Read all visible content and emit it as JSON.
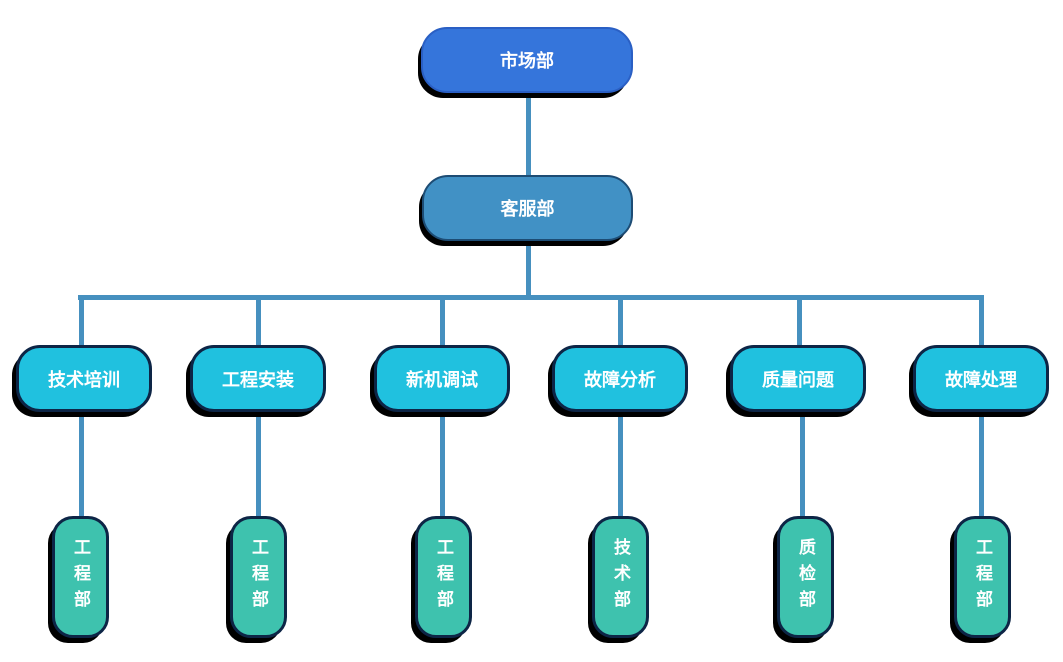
{
  "org_chart": {
    "root": {
      "label": "市场部"
    },
    "level2": {
      "label": "客服部"
    },
    "branches": [
      {
        "label": "技术培训",
        "child": "工程部"
      },
      {
        "label": "工程安装",
        "child": "工程部"
      },
      {
        "label": "新机调试",
        "child": "工程部"
      },
      {
        "label": "故障分析",
        "child": "技术部"
      },
      {
        "label": "质量问题",
        "child": "质检部"
      },
      {
        "label": "故障处理",
        "child": "工程部"
      }
    ],
    "colors": {
      "root_fill": "#3575DB",
      "level2_fill": "#4191C5",
      "level3_fill": "#20C1DF",
      "level4_fill": "#3EC2AE",
      "node_border_dark": "#0D2546",
      "connector": "#4690BF",
      "shadow": "#000000",
      "text": "#FFFFFF",
      "background": "#FFFFFF"
    }
  }
}
